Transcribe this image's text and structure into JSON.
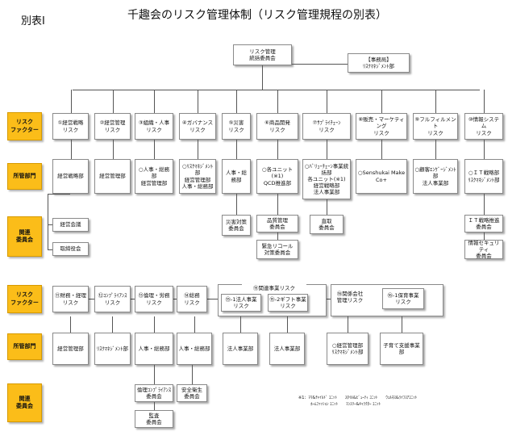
{
  "header": {
    "label": "別表Ⅰ",
    "title": "千趣会のリスク管理体制（リスク管理規程の別表）"
  },
  "top": {
    "committee": "リスク管理\n統括委員会",
    "secretariat": "【事務局】\nﾘｽｸﾏﾈｼﾞﾒﾝﾄ部"
  },
  "categories": {
    "risk_factor": "リスク\nファクター",
    "department": "所管部門",
    "committee": "関連\n委員会"
  },
  "upper": {
    "risks": [
      "①経営戦略\nリスク",
      "②経営管理\nリスク",
      "③組織・人事\nリスク",
      "④ガバナンス\nリスク",
      "⑤災害\nリスク",
      "⑥商品開発\nリスク",
      "⑦ｻﾌﾟﾗｲﾁｪｰﾝ\nリスク",
      "⑧販売・マーケティング\nリスク",
      "⑨フルフィルメント\nリスク",
      "⑩情報システム\nリスク"
    ],
    "departments": [
      "経営戦略部",
      "経営管理部",
      "○人事・総務部\n経営管理部",
      "○ﾘｽｸﾏﾈｼﾞﾒﾝﾄ部\n経営管理部\n人事・総務部",
      "人事・総務部",
      "○各ユニット(※1)\nQCD推進部",
      "○ﾊﾞﾘｭｰﾁｪｰﾝ事業統括部\n各ユニット(※1)\n経営戦略部\n法人事業部",
      "○Senshukai Make Co+",
      "○顧客ｴﾝｹﾞｰｼﾞﾒﾝﾄ部\n法人事業部",
      "○ＩＴ戦略部\nﾘｽｸﾏﾈｼﾞﾒﾝﾄ部"
    ],
    "committees": {
      "c1": [
        "経営会議",
        "取締役会"
      ],
      "c5": [
        "災害対策\n委員会"
      ],
      "c6": [
        "品質管理\n委員会",
        "緊急リコール\n対策委員会"
      ],
      "c7": [
        "直取\n委員会"
      ],
      "c10": [
        "ＩＴ戦略推進\n委員会",
        "情報セキュリティ\n委員会"
      ]
    }
  },
  "lower": {
    "risks": [
      "⑪財務・経理\nリスク",
      "⑫ｺﾝﾌﾟﾗｲｱﾝｽ\nリスク",
      "⑬倫理・労務\nリスク",
      "⑭総務\nリスク"
    ],
    "group15": {
      "title": "⑮関連事業リスク",
      "sub": [
        "⑮-1法人事業\nリスク",
        "⑮-2ギフト事業\nリスク"
      ]
    },
    "group16": {
      "title": "⑯関係会社\n管理リスク",
      "sub": "⑯-1保育事業\nリスク"
    },
    "departments": [
      "経営管理部",
      "ﾘｽｸﾏﾈｼﾞﾒﾝﾄ部",
      "人事・総務部",
      "人事・総務部",
      "法人事業部",
      "法人事業部",
      "○経営管理部\nﾘｽｸﾏﾈｼﾞﾒﾝﾄ部",
      "子育て支援事業部"
    ],
    "committees": {
      "c13": [
        "倫理ｺﾝﾌﾟﾗｲｱﾝｽ\n委員会",
        "監査\n委員会"
      ],
      "c14": [
        "安全衛生\n委員会"
      ]
    },
    "note": "※1：ﾏﾏ&ﾁｬｲﾙﾄﾞ ﾕﾆｯﾄ　　ｽﾀｲﾙ&ﾋﾞｭｰﾃｨ ﾕﾆｯﾄ　　ｳｪﾙﾈｽ&ﾗｲﾌｽｱﾕﾆｯﾄ\n　　　ﾎｰﾑﾌｧｯｼｮﾝ ﾕﾆｯﾄ　　ﾏﾝｽﾘｰ&ｷｬﾗｸﾀｰ ﾕﾆｯﾄ"
  }
}
